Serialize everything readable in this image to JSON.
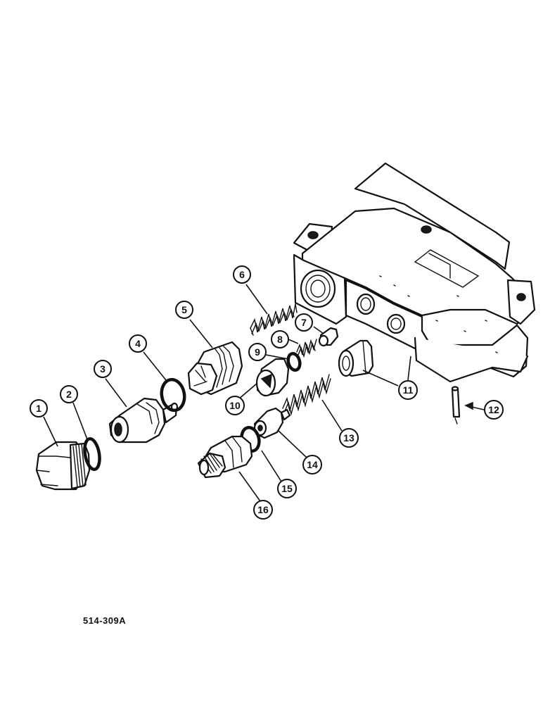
{
  "diagram": {
    "reference_code": "514-309A",
    "callouts": [
      "1",
      "2",
      "3",
      "4",
      "5",
      "6",
      "7",
      "8",
      "9",
      "10",
      "11",
      "12",
      "13",
      "14",
      "15",
      "16"
    ]
  },
  "colors": {
    "ink": "#111111",
    "paper": "#ffffff"
  }
}
